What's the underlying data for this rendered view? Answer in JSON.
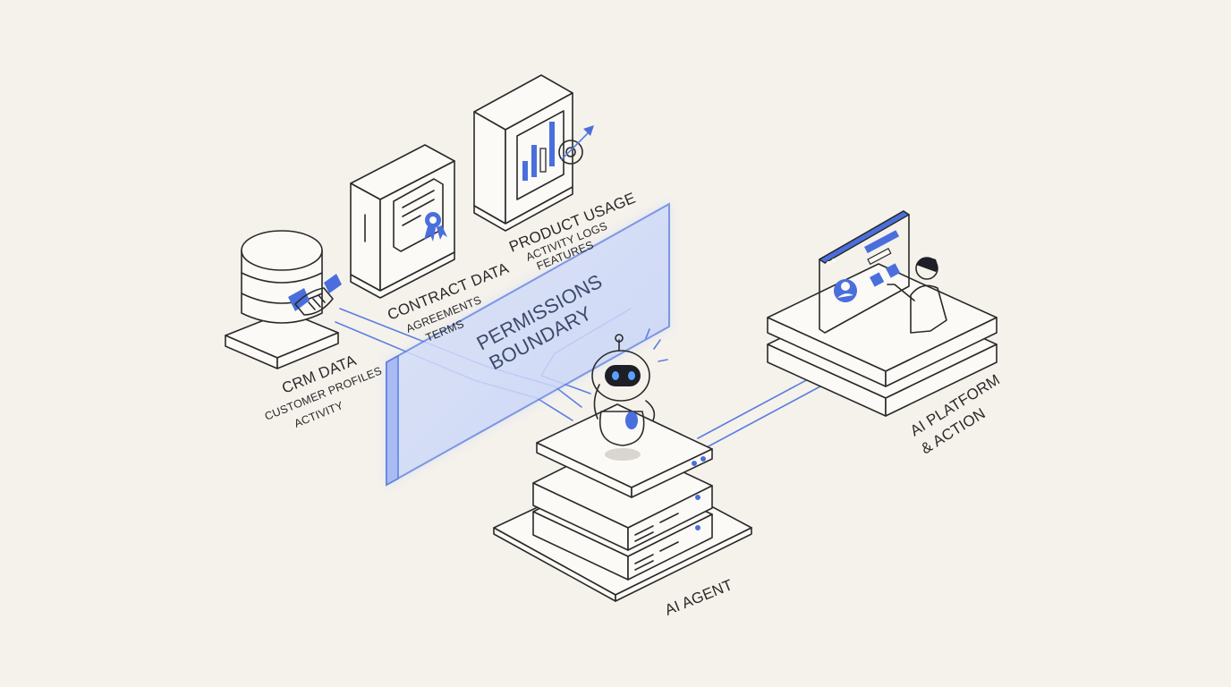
{
  "nodes": {
    "crm": {
      "title": "CRM DATA",
      "line1": "CUSTOMER PROFILES",
      "line2": "ACTIVITY"
    },
    "contract": {
      "title": "CONTRACT DATA",
      "line1": "AGREEMENTS",
      "line2": "TERMS"
    },
    "product": {
      "title": "PRODUCT USAGE",
      "line1": "ACTIVITY LOGS",
      "line2": "FEATURES"
    },
    "boundary": {
      "line1": "PERMISSIONS",
      "line2": "BOUNDARY"
    },
    "agent": {
      "title": "AI AGENT"
    },
    "platform": {
      "line1": "AI PLATFORM",
      "line2": "& ACTION"
    }
  },
  "colors": {
    "background": "#f5f2ec",
    "ink": "#2a2a2a",
    "accent_blue": "#4a6fdc",
    "boundary_glow": "#b9c8f5"
  }
}
